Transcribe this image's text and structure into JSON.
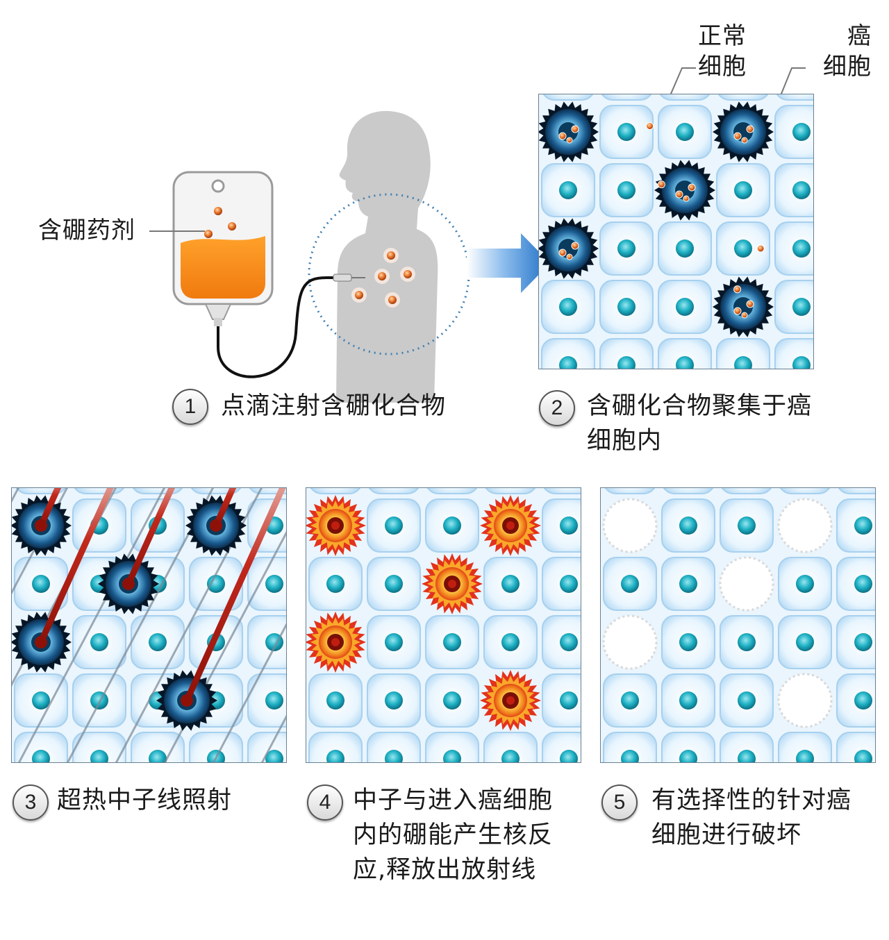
{
  "labels": {
    "drug": "含硼药剂",
    "normal_cell": "正常\n细胞",
    "cancer_cell": "癌\n细胞"
  },
  "steps": [
    {
      "num": "1",
      "text": "点滴注射含硼化合物"
    },
    {
      "num": "2",
      "text": "含硼化合物聚集于癌\n细胞内"
    },
    {
      "num": "3",
      "text": "超热中子线照射"
    },
    {
      "num": "4",
      "text": "中子与进入癌细胞\n内的硼能产生核反\n应,释放出放射线"
    },
    {
      "num": "5",
      "text": "有选择性的针对癌\n细胞进行破坏"
    }
  ],
  "colors": {
    "cell_fill": "#d6ecfb",
    "cell_nucleus": "#1aa3b8",
    "cancer_dark": "#0d2a47",
    "boron": "#e8742a",
    "reaction": "#e8361c",
    "arrow": "#2f7fcf",
    "silhouette": "#c9c9c9"
  },
  "panels": {
    "p2": {
      "cancer": [
        [
          0,
          0
        ],
        [
          3,
          0
        ],
        [
          2,
          1
        ],
        [
          0,
          2
        ],
        [
          3,
          3
        ]
      ],
      "boron_free": [
        [
          1.4,
          -0.1
        ],
        [
          1.6,
          0.9
        ],
        [
          3.3,
          2.0
        ],
        [
          2.9,
          2.7
        ]
      ]
    },
    "p3": {
      "cancer": [
        [
          0,
          0
        ],
        [
          3,
          0
        ],
        [
          1.5,
          1
        ],
        [
          0,
          2
        ],
        [
          2.5,
          3
        ]
      ]
    },
    "p4": {
      "reaction": [
        [
          0,
          0
        ],
        [
          3,
          0
        ],
        [
          2,
          1
        ],
        [
          0,
          2
        ],
        [
          3,
          3
        ]
      ]
    },
    "p5": {
      "ghost": [
        [
          0,
          0
        ],
        [
          3,
          0
        ],
        [
          2,
          1
        ],
        [
          0,
          2
        ],
        [
          3,
          3
        ]
      ]
    }
  }
}
